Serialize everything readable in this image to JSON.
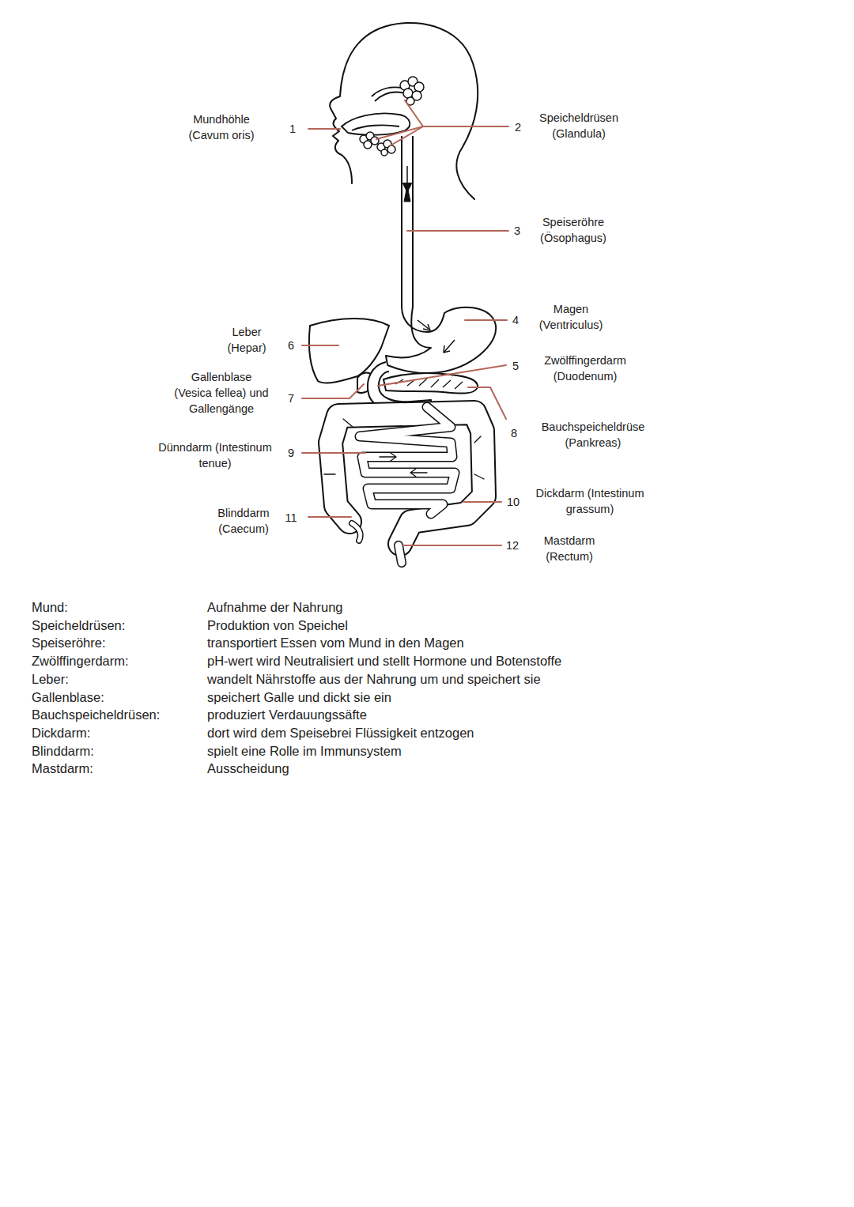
{
  "diagram": {
    "labels": [
      "Mundhöhle (Cavum oris)",
      "1",
      "2",
      "Speicheldrüsen (Glandula)",
      "3",
      "Speiseröhre (Ösophagus)",
      "4",
      "Magen (Ventriculus)",
      "Leber (Hepar)",
      "6",
      "5",
      "Zwölffingerdarm (Duodenum)",
      "Gallenblase (Vesica fellea) und Gallengänge",
      "7",
      "8",
      "Bauchspeicheldrüse (Pankreas)",
      "Dünndarm (Intestinum tenue)",
      "9",
      "10",
      "Dickdarm (Intestinum grassum)",
      "Blinddarm (Caecum)",
      "11",
      "12",
      "Mastdarm (Rectum)",
      "Mund:",
      "Aufnahme der Nahrung",
      "Speicheldrüsen:",
      "Produktion von Speichel",
      "Speiseröhre:",
      "transportiert Essen vom Mund in den Magen",
      "Zwölffingerdarm:",
      "pH-wert wird Neutralisiert und stellt Hormone und Botenstoffe",
      "Leber:",
      "wandelt Nährstoffe aus der Nahrung um und speichert sie",
      "Gallenblase:",
      "speichert Galle und dickt sie ein",
      "Bauchspeicheldrüsen:",
      "produziert Verdauungssäfte",
      "Dickdarm:",
      "dort wird dem Speisebrei Flüssigkeit entzogen",
      "Blinddarm:",
      "spielt eine Rolle im Immunsystem",
      "Mastdarm:",
      "Ausscheidung"
    ]
  }
}
